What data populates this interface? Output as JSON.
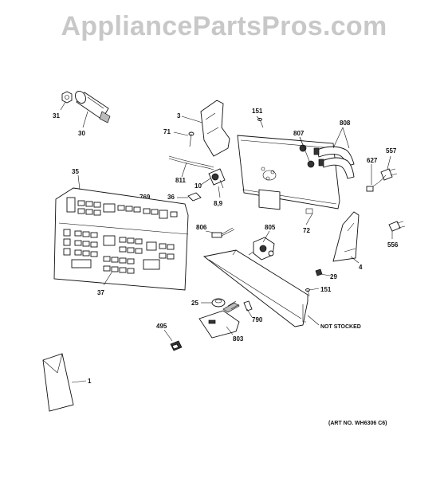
{
  "watermark": "AppliancePartsPros.com",
  "art_number": "(ART NO. WH6306 C6)",
  "not_stocked_label": "NOT STOCKED",
  "callouts": {
    "c31": "31",
    "c30": "30",
    "c3": "3",
    "c71": "71",
    "c151a": "151",
    "c807": "807",
    "c808": "808",
    "c557": "557",
    "c627": "627",
    "c811": "811",
    "c10": "10",
    "c89": "8,9",
    "c35": "35",
    "c769": "769",
    "c36": "36",
    "c806": "806",
    "c805": "805",
    "c72": "72",
    "c556": "556",
    "c4": "4",
    "c29": "29",
    "c151b": "151",
    "c37": "37",
    "c25": "25",
    "c790": "790",
    "c495": "495",
    "c803": "803",
    "c1": "1"
  }
}
